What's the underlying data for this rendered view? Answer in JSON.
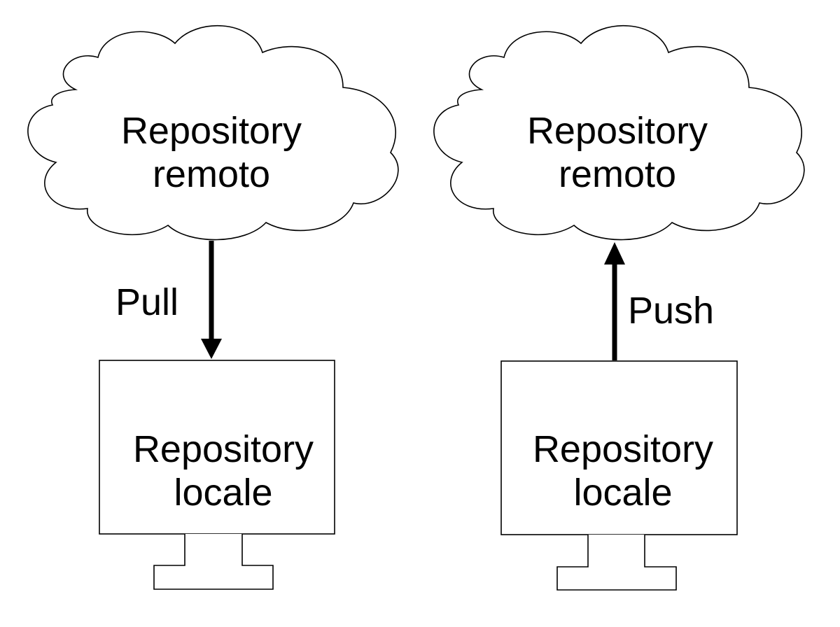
{
  "panels": [
    {
      "remote_label": [
        "Repository",
        "remoto"
      ],
      "local_label": [
        "Repository",
        "locale"
      ],
      "operation": "Pull",
      "direction": "remote-to-local"
    },
    {
      "remote_label": [
        "Repository",
        "remoto"
      ],
      "local_label": [
        "Repository",
        "locale"
      ],
      "operation": "Push",
      "direction": "local-to-remote"
    }
  ],
  "colors": {
    "stroke": "#000000",
    "fill": "#ffffff",
    "text": "#000000"
  }
}
